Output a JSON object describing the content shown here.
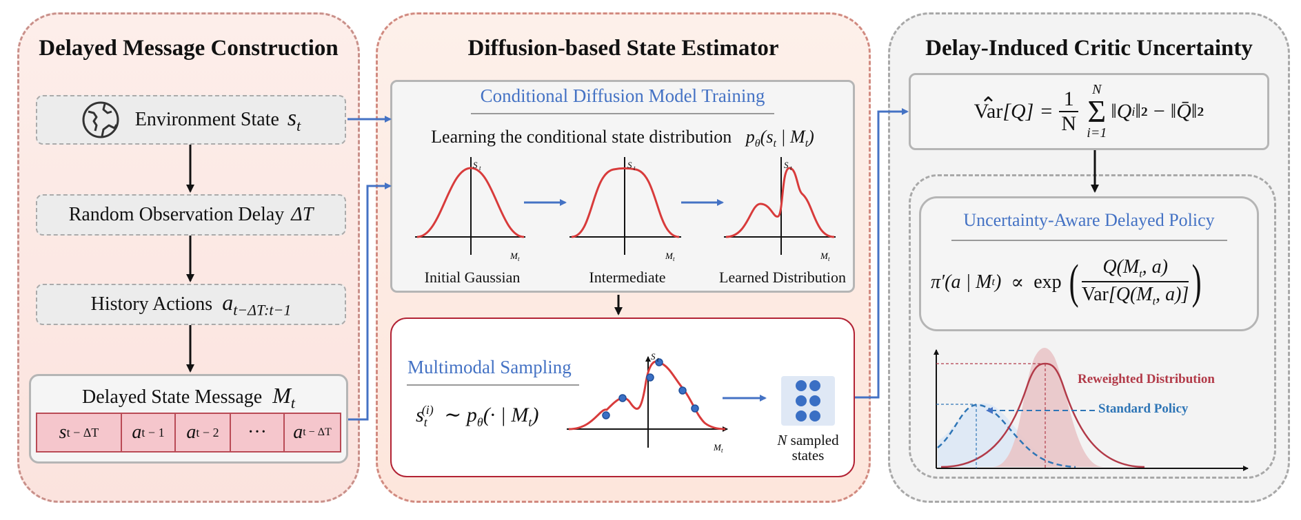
{
  "panels": {
    "left": {
      "title": "Delayed Message Construction",
      "env_state": "Environment State",
      "env_state_math": "s",
      "env_state_sub": "t",
      "delay": "Random Observation Delay",
      "delay_math": "ΔT",
      "history": "History Actions",
      "history_math": "a",
      "history_sub": "t−ΔT:t−1",
      "message": "Delayed State Message",
      "message_math": "M",
      "message_sub": "t",
      "cells": [
        "s",
        "a",
        "a",
        "···",
        "a"
      ],
      "cell_subs": [
        "t − ΔT",
        "t − 1",
        "t − 2",
        "",
        "t − ΔT"
      ]
    },
    "middle": {
      "title": "Diffusion-based State Estimator",
      "training_title": "Conditional Diffusion Model Training",
      "learning_text": "Learning the conditional state distribution",
      "learning_math": "p_θ(s_t | M_t)",
      "plot_captions": [
        "Initial Gaussian",
        "Intermediate",
        "Learned Distribution"
      ],
      "axis_y": "S_t",
      "axis_x": "M_t",
      "sampling_title": "Multimodal Sampling",
      "sampling_math": "s_t^(i) ∼ p_θ(· | M_t)",
      "sampled_n": "N",
      "sampled_label_1": "sampled",
      "sampled_label_2": "states"
    },
    "right": {
      "title": "Delay-Induced Critic Uncertainty",
      "variance_formula": "Var[Q] = 1/N Σ_{i=1}^{N} ‖Q_i‖²₂ − ‖Q̄‖²₂",
      "policy_title": "Uncertainty-Aware Delayed Policy",
      "policy_formula": "π′(a | M_t) ∝ exp( Q(M_t, a) / Var[Q(M_t, a)] )",
      "legend_reweighted": "Reweighted Distribution",
      "legend_standard": "Standard Policy"
    }
  },
  "colors": {
    "accent_blue": "#4472c4",
    "curve_red": "#d83b3b",
    "dark_red": "#b22234",
    "legend_red": "#b23a48",
    "legend_blue": "#2e75b6"
  }
}
